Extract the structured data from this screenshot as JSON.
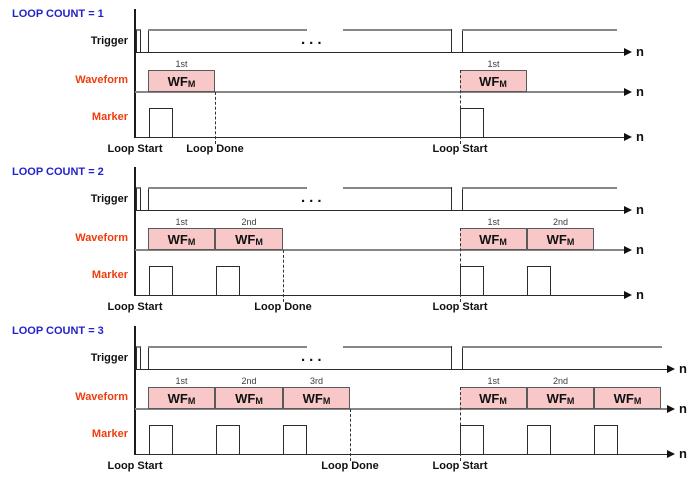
{
  "labels": {
    "trigger": "Trigger",
    "waveform": "Waveform",
    "marker": "Marker",
    "loop_start": "Loop Start",
    "loop_done": "Loop Done",
    "axis_variable": "n",
    "ellipsis": "...",
    "wf": "WF",
    "wf_sub": "M"
  },
  "colors": {
    "section_title_blue": "#2323cb",
    "signal_label_red": "#ee3d0e",
    "waveform_fill_pink": "#f8c8c8",
    "waveform_border": "#5a5a5a",
    "trigger_high_gray": "#878787",
    "axis_dark": "#2b2b2b"
  },
  "sections": [
    {
      "title": "LOOP COUNT = 1",
      "loop_count": 1,
      "left_ordinals": [
        "1st"
      ],
      "right_ordinals": [
        "1st"
      ]
    },
    {
      "title": "LOOP COUNT = 2",
      "loop_count": 2,
      "left_ordinals": [
        "1st",
        "2nd"
      ],
      "right_ordinals": [
        "1st",
        "2nd"
      ]
    },
    {
      "title": "LOOP COUNT = 3",
      "loop_count": 3,
      "left_ordinals": [
        "1st",
        "2nd",
        "3rd"
      ],
      "right_ordinals": [
        "1st",
        "2nd"
      ]
    }
  ]
}
